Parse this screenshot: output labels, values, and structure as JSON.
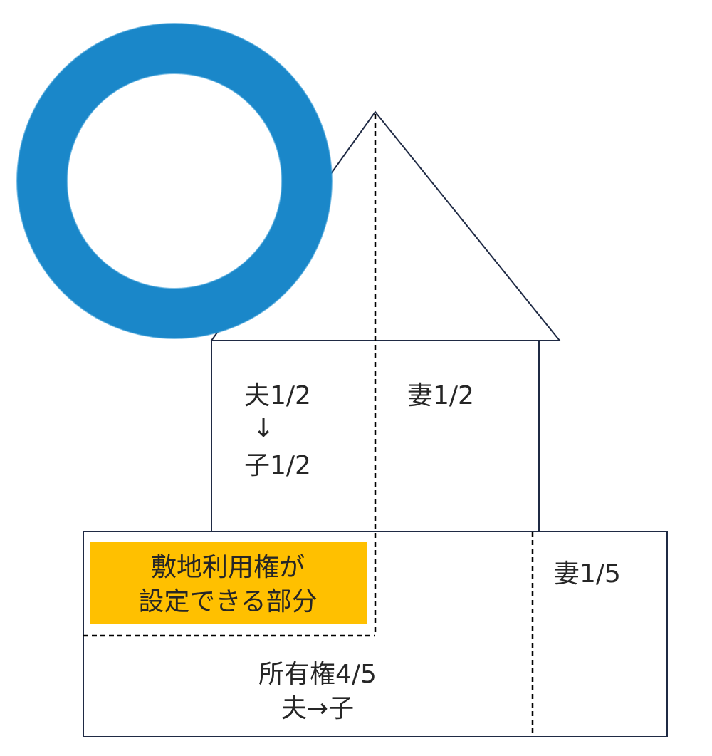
{
  "labels": {
    "husband_building": "夫1/2",
    "arrow_down": "↓",
    "child_building": "子1/2",
    "wife_building": "妻1/2",
    "land_right_line1": "敷地利用権が",
    "land_right_line2": "設定できる部分",
    "wife_land": "妻1/5",
    "ownership_line1": "所有権4/5",
    "ownership_line2": "夫→子"
  },
  "colors": {
    "outline": "#1f2a44",
    "highlight_fill": "#ffc000",
    "circle": "#1a87c9",
    "text": "#262626"
  },
  "icons": {
    "approval_mark": "blue-circle-maru-icon"
  }
}
